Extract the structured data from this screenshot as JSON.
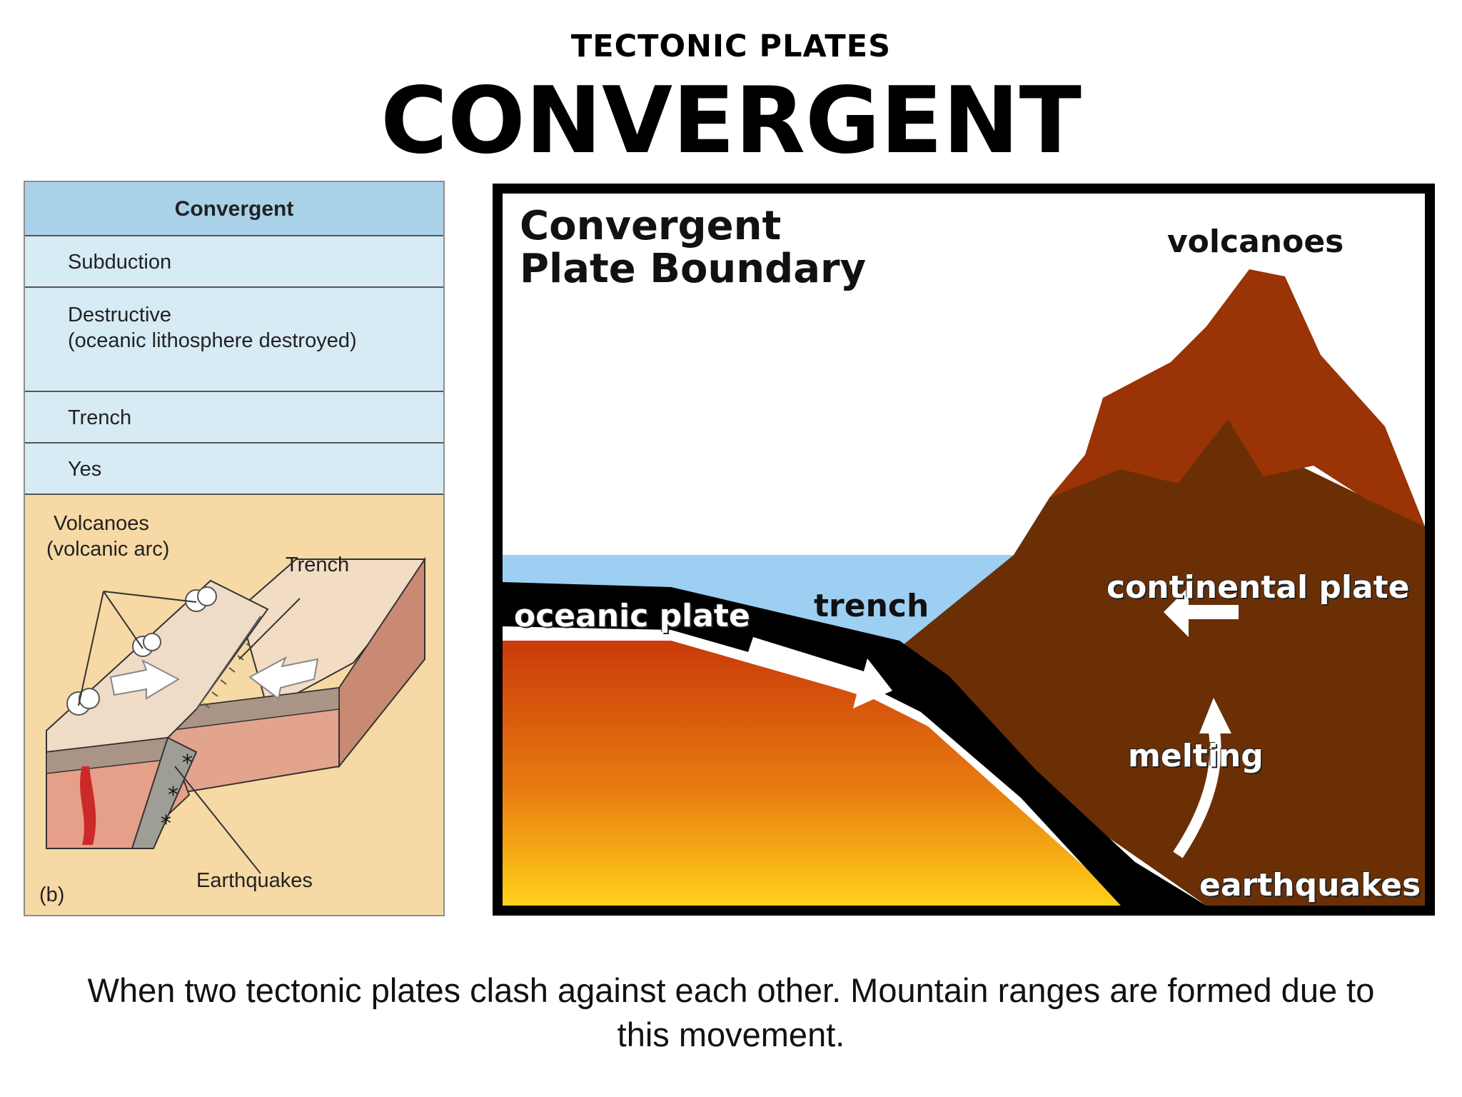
{
  "header": {
    "kicker": "TECTONIC PLATES",
    "title": "CONVERGENT"
  },
  "table": {
    "header": "Convergent",
    "rows": [
      "Subduction",
      "Destructive",
      "(oceanic lithosphere destroyed)",
      "Trench",
      "Yes"
    ]
  },
  "left_figure": {
    "labels": {
      "volcanoes": "Volcanoes",
      "volcanic_arc": "(volcanic arc)",
      "trench": "Trench",
      "earthquakes": "Earthquakes",
      "panel": "(b)"
    }
  },
  "right_diagram": {
    "title_line1": "Convergent",
    "title_line2": "Plate Boundary",
    "labels": {
      "volcanoes": "volcanoes",
      "continental_plate": "continental plate",
      "oceanic_plate": "oceanic plate",
      "trench": "trench",
      "melting": "melting",
      "earthquakes": "earthquakes"
    }
  },
  "caption": "When two tectonic plates clash against each other. Mountain ranges are formed due to this movement."
}
